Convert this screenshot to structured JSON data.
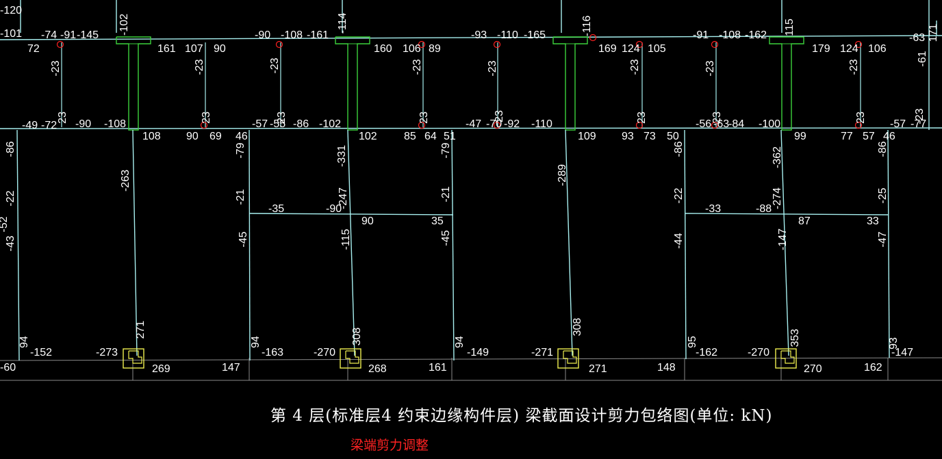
{
  "drawing": {
    "caption": "第 4 层(标准层4 约束边缘构件层) 梁截面设计剪力包络图(单位: kN)",
    "subcaption": "梁端剪力调整",
    "colors": {
      "background": "#000000",
      "beam": "#a8f0f0",
      "column": "#3cd23c",
      "wall_end": "#f0f050",
      "text": "#ffffff",
      "marker": "#ff2020",
      "subcaption": "#ff2222"
    },
    "labels": {
      "h": [
        "-120",
        "-101",
        "-74",
        "-91",
        "-145",
        "72",
        "161",
        "107",
        "90",
        "-90",
        "-108",
        "-161",
        "160",
        "106",
        "89",
        "-93",
        "-110",
        "-165",
        "169",
        "124",
        "105",
        "-91",
        "-108",
        "-162",
        "179",
        "124",
        "106",
        "-63",
        "-49",
        "-72",
        "-90",
        "-108",
        "108",
        "90",
        "69",
        "46",
        "-57",
        "-55",
        "-86",
        "-102",
        "102",
        "85",
        "64",
        "51",
        "-47",
        "-70",
        "-92",
        "-110",
        "109",
        "93",
        "73",
        "50",
        "-56",
        "-63",
        "-84",
        "-100",
        "99",
        "77",
        "57",
        "46",
        "-57",
        "-77",
        "-35",
        "-90",
        "90",
        "35",
        "-33",
        "-88",
        "87",
        "33",
        "-60",
        "-152",
        "-273",
        "269",
        "147",
        "-163",
        "-270",
        "268",
        "161",
        "-149",
        "-271",
        "271",
        "148",
        "-162",
        "-270",
        "270",
        "162",
        "-147"
      ],
      "v": [
        "-102",
        "-114",
        "-116",
        "115",
        "171",
        "-23",
        "-23",
        "-23",
        "-23",
        "-23",
        "-23",
        "-23",
        "-23",
        "-61",
        "23",
        "23",
        "23",
        "23",
        "23",
        "23",
        "23",
        "23",
        "-23",
        "-86",
        "-263",
        "-79",
        "-331",
        "-79",
        "-289",
        "-86",
        "-362",
        "-86",
        "-22",
        "-21",
        "-247",
        "-21",
        "-22",
        "-274",
        "-25",
        "-52",
        "-43",
        "-45",
        "-115",
        "-45",
        "-44",
        "-147",
        "-47",
        "94",
        "271",
        "94",
        "308",
        "94",
        "308",
        "95",
        "353",
        "93"
      ]
    }
  }
}
